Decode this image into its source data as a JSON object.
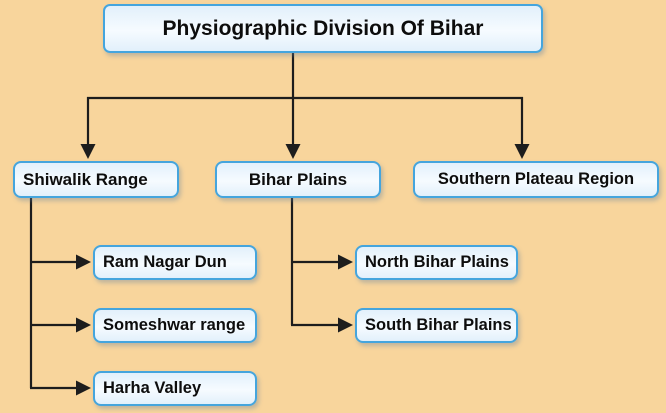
{
  "tree": {
    "root": {
      "label": "Physiographic Division Of Bihar",
      "children": [
        {
          "label": "Shiwalik Range",
          "children": [
            {
              "label": "Ram Nagar Dun"
            },
            {
              "label": "Someshwar range"
            },
            {
              "label": "Harha Valley"
            }
          ]
        },
        {
          "label": "Bihar Plains",
          "children": [
            {
              "label": "North Bihar Plains"
            },
            {
              "label": "South Bihar Plains"
            }
          ]
        },
        {
          "label": "Southern Plateau Region",
          "children": []
        }
      ]
    }
  },
  "colors": {
    "background": "#f8d59c",
    "box_border": "#45a5dd",
    "box_fill_top": "#e2f0fb",
    "box_fill_bottom": "#f6fbff",
    "line": "#1d1d1d",
    "text": "#0d0d0d"
  }
}
